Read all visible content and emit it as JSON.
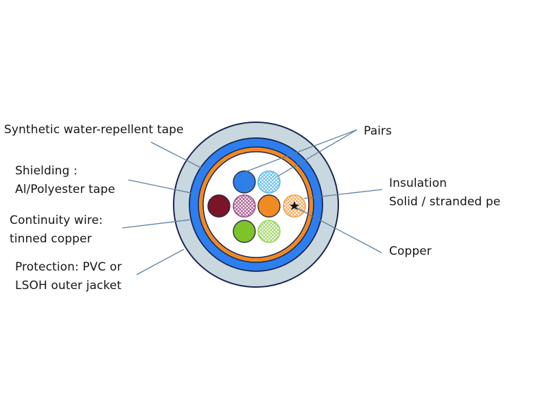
{
  "title": "Cable cross-section",
  "labels_left": [
    {
      "id": "synthetic-tape",
      "lines": [
        "Synthetic water-repellent tape"
      ]
    },
    {
      "id": "shielding",
      "lines": [
        "Shielding :",
        "Al/Polyester tape"
      ]
    },
    {
      "id": "continuity-wire",
      "lines": [
        "Continuity wire:",
        "tinned copper"
      ]
    },
    {
      "id": "protection",
      "lines": [
        "Protection: PVC or",
        "LSOH outer jacket"
      ]
    }
  ],
  "labels_right": [
    {
      "id": "pairs",
      "lines": [
        "Pairs"
      ]
    },
    {
      "id": "insulation",
      "lines": [
        "Insulation",
        "Solid / stranded pe"
      ]
    },
    {
      "id": "copper",
      "lines": [
        "Copper"
      ]
    }
  ],
  "colors": {
    "outer_jacket": "#c9d8de",
    "outline": "#1a2450",
    "shield": "#2d7ff0",
    "water_tape": "#f08a22",
    "leader": "#5a7fa0"
  },
  "conductors": [
    {
      "name": "blue",
      "color": "#2f7fe6",
      "hatched": false
    },
    {
      "name": "light-blue",
      "color": "#58b8ec",
      "hatched": true
    },
    {
      "name": "maroon",
      "color": "#7a1426",
      "hatched": false
    },
    {
      "name": "pink",
      "color": "#a24e86",
      "hatched": true
    },
    {
      "name": "orange",
      "color": "#f08a22",
      "hatched": false
    },
    {
      "name": "light-orange",
      "color": "#f5a04a",
      "hatched": true
    },
    {
      "name": "green",
      "color": "#7fc22a",
      "hatched": false
    },
    {
      "name": "light-green",
      "color": "#9ad45a",
      "hatched": true
    }
  ]
}
